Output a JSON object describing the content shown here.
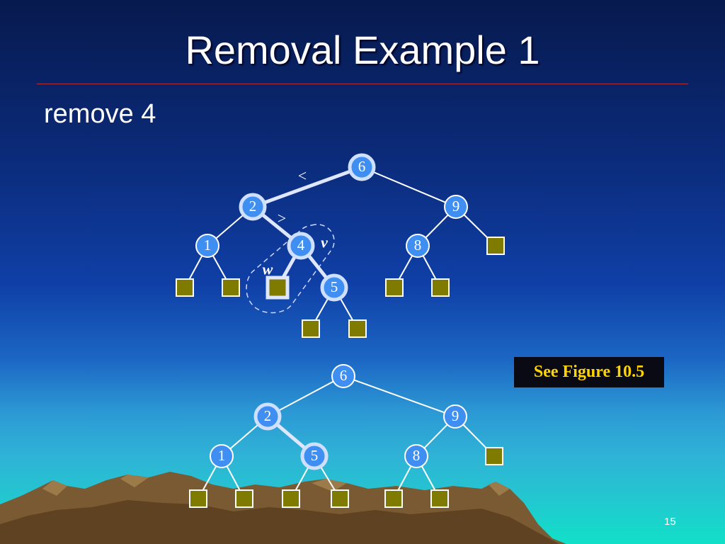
{
  "slide": {
    "title": "Removal Example 1",
    "subtitle": "remove 4",
    "figure_ref": "See Figure 10.5",
    "page_number": "15"
  },
  "colors": {
    "node_fill": "#3f8ef2",
    "node_ring": "#cfe0ff",
    "leaf_fill": "#7f7a00",
    "leaf_border": "#ffffff",
    "edge": "#ffffff",
    "highlight_path": "#dfe6ff",
    "box_background": "#0a0a14",
    "box_text": "#ffd400",
    "title_rule": "#b5303a",
    "mountains": "#7a5a32"
  },
  "trees": {
    "before": {
      "internal_nodes": [
        "6",
        "2",
        "9",
        "1",
        "4",
        "8",
        "5"
      ],
      "edges": [
        [
          "6",
          "2"
        ],
        [
          "6",
          "9"
        ],
        [
          "2",
          "1"
        ],
        [
          "2",
          "4"
        ],
        [
          "4",
          "leaf-w"
        ],
        [
          "4",
          "5"
        ],
        [
          "1",
          "leaf"
        ],
        [
          "1",
          "leaf"
        ],
        [
          "5",
          "leaf"
        ],
        [
          "5",
          "leaf"
        ],
        [
          "9",
          "8"
        ],
        [
          "9",
          "leaf"
        ],
        [
          "8",
          "leaf"
        ],
        [
          "8",
          "leaf"
        ]
      ],
      "search_path": [
        "6",
        "2",
        "4"
      ],
      "comparisons": [
        "<",
        ">"
      ],
      "node_marker_v": "v",
      "leaf_marker_w": "w"
    },
    "after": {
      "internal_nodes": [
        "6",
        "2",
        "9",
        "1",
        "5",
        "8"
      ],
      "edges": [
        [
          "6",
          "2"
        ],
        [
          "6",
          "9"
        ],
        [
          "2",
          "1"
        ],
        [
          "2",
          "5"
        ],
        [
          "1",
          "leaf"
        ],
        [
          "1",
          "leaf"
        ],
        [
          "5",
          "leaf"
        ],
        [
          "5",
          "leaf"
        ],
        [
          "9",
          "8"
        ],
        [
          "9",
          "leaf"
        ],
        [
          "8",
          "leaf"
        ],
        [
          "8",
          "leaf"
        ]
      ],
      "search_path": [
        "2",
        "5"
      ]
    }
  }
}
